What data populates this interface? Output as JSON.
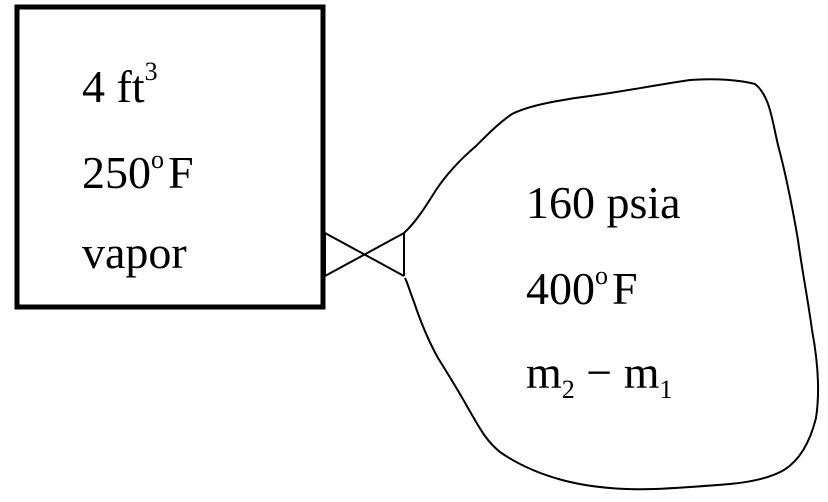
{
  "tank": {
    "volume_value": "4 ft",
    "volume_exp": "3",
    "temperature_value": "250",
    "temperature_deg": "o",
    "temperature_unit": "F",
    "phase": "vapor"
  },
  "reservoir": {
    "pressure": "160 psia",
    "temperature_value": "400",
    "temperature_deg": "o",
    "temperature_unit": "F",
    "mass_a": "m",
    "mass_a_sub": "2",
    "minus": "−",
    "mass_b": "m",
    "mass_b_sub": "1"
  }
}
